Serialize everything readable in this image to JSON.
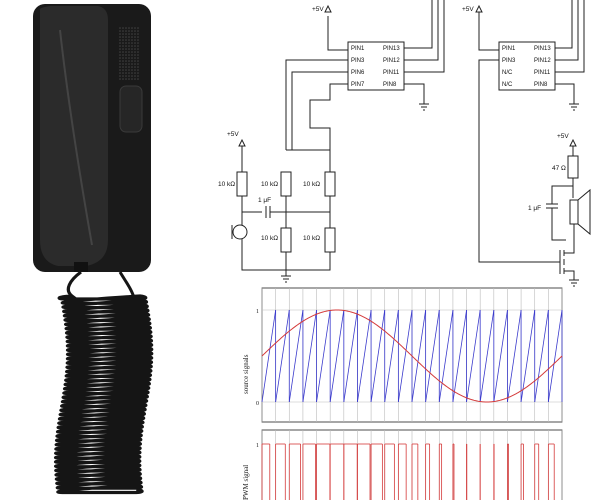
{
  "left_chip": {
    "pins_left": [
      "PIN1",
      "PIN3",
      "PIN6",
      "PIN7"
    ],
    "pins_right": [
      "PIN13",
      "PIN12",
      "PIN11",
      "PIN8"
    ]
  },
  "right_chip": {
    "pins_left": [
      "PIN1",
      "PIN3",
      "N/C",
      "N/C"
    ],
    "pins_right": [
      "PIN13",
      "PIN12",
      "PIN11",
      "PIN8"
    ]
  },
  "supply_label": "+5V",
  "mic_circuit": {
    "r1": "10 kΩ",
    "r2": "10 kΩ",
    "r3": "10 kΩ",
    "r4": "10 kΩ",
    "r5": "10 kΩ",
    "cap": "1 μF"
  },
  "speaker_circuit": {
    "res": "47 Ω",
    "cap": "1 μF"
  },
  "chart_data": [
    {
      "type": "line",
      "ylabel": "source signals",
      "yticks": [
        "1",
        "0"
      ],
      "series": [
        {
          "color": "#3a3acc",
          "kind": "sawtooth",
          "periods": 22,
          "min": 0,
          "max": 1
        },
        {
          "color": "#d43a3a",
          "kind": "sine",
          "cycles": 1,
          "min": 0,
          "max": 1,
          "peak_at_fraction": 0.25
        }
      ]
    },
    {
      "type": "line",
      "ylabel": "PWM signal",
      "yticks": [
        "1"
      ],
      "series": [
        {
          "color": "#d43a3a",
          "kind": "pwm",
          "periods": 22
        }
      ]
    }
  ]
}
